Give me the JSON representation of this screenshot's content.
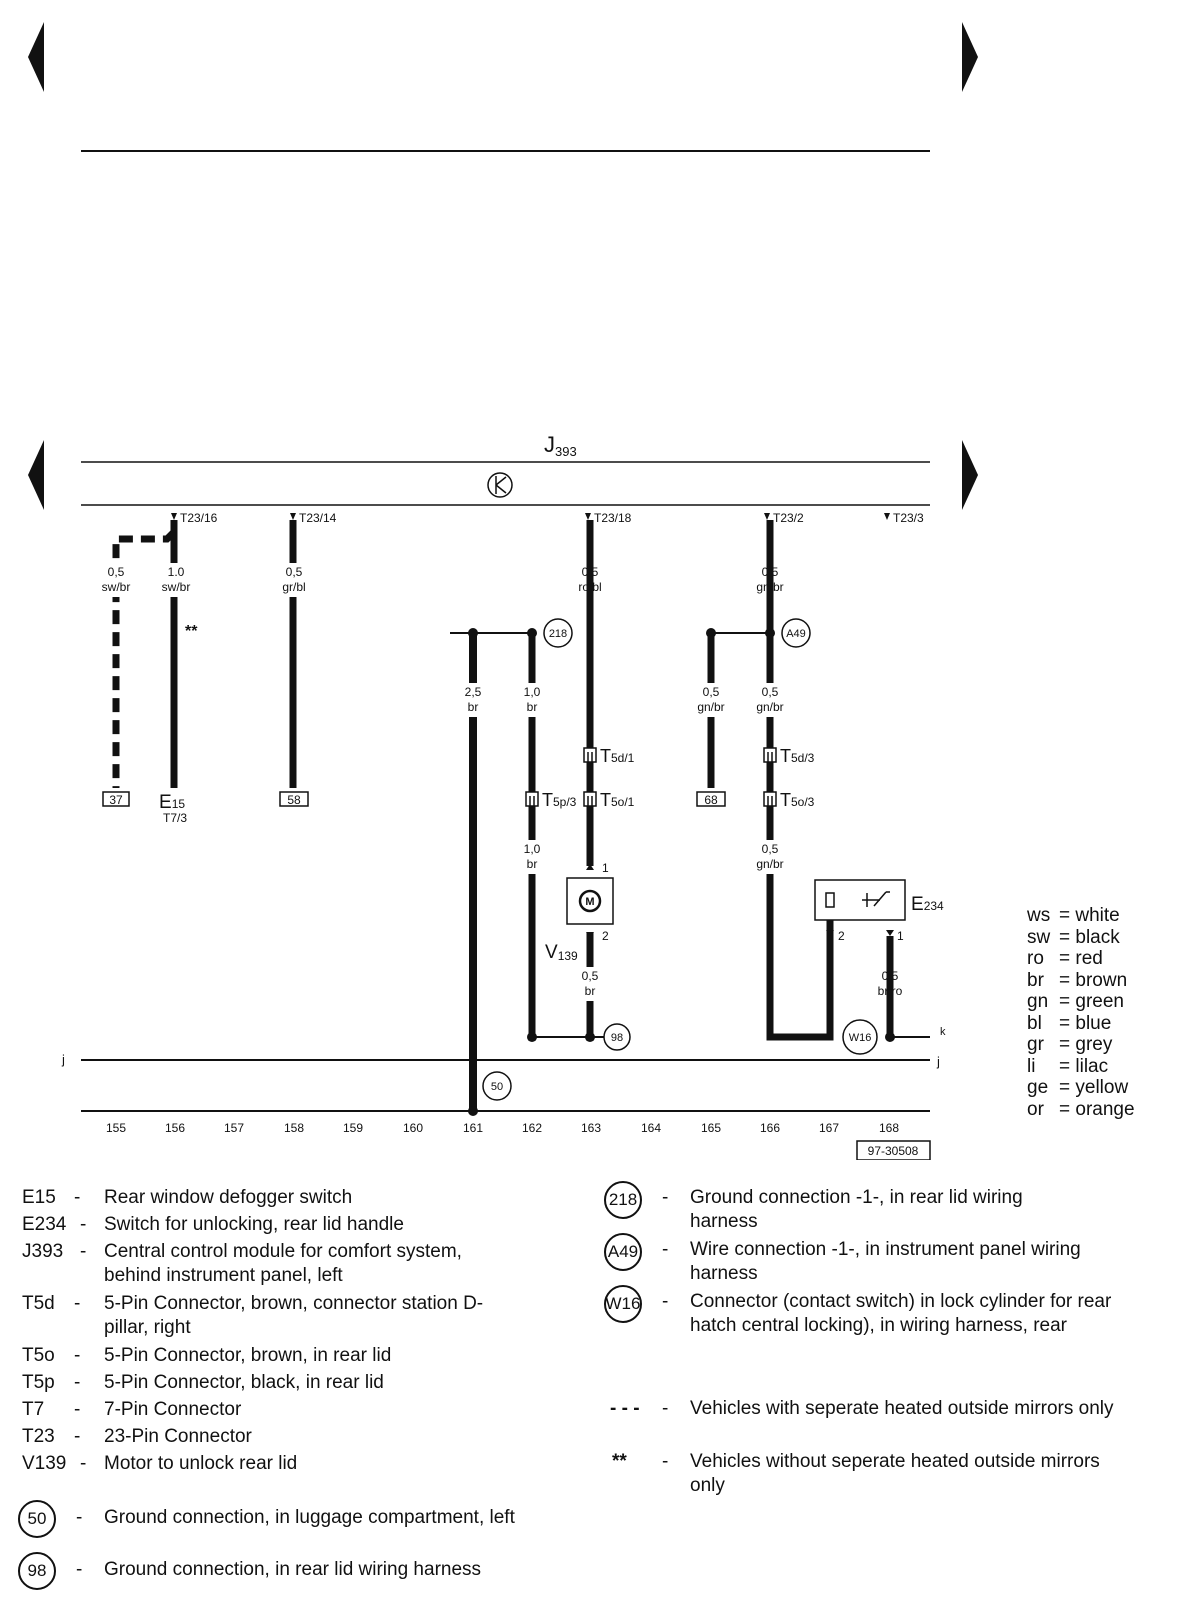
{
  "diagram": {
    "module_label": "J",
    "module_sub": "393",
    "terminals": {
      "t23_16": "T23/16",
      "t23_14": "T23/14",
      "t23_18": "T23/18",
      "t23_2": "T23/2",
      "t23_3": "T23/3"
    },
    "wires": {
      "w155": [
        "0,5",
        "sw/br"
      ],
      "w156": [
        "1.0",
        "sw/br"
      ],
      "w158": [
        "0,5",
        "gr/bl"
      ],
      "w161": [
        "2,5",
        "br"
      ],
      "w162a": [
        "1,0",
        "br"
      ],
      "w162b": [
        "1,0",
        "br"
      ],
      "w163a": [
        "0,5",
        "ro/bl"
      ],
      "w163b": [
        "0,5",
        "br"
      ],
      "w165": [
        "0,5",
        "gn/br"
      ],
      "w166a": [
        "0,5",
        "gn/br"
      ],
      "w166b": [
        "0,5",
        "gn/br"
      ],
      "w166c": [
        "0,5",
        "gn/br"
      ],
      "w168": [
        "0,5",
        "br/ro"
      ]
    },
    "asterisks": "**",
    "refs": {
      "r37": "37",
      "r58": "58",
      "r68": "68"
    },
    "e15": {
      "name": "E",
      "sub": "15",
      "pin": "T7/3"
    },
    "connectors": {
      "t5d1": {
        "name": "T",
        "sub": "5d/1"
      },
      "t5o1": {
        "name": "T",
        "sub": "5o/1"
      },
      "t5p3": {
        "name": "T",
        "sub": "5p/3"
      },
      "t5d3": {
        "name": "T",
        "sub": "5d/3"
      },
      "t5o3": {
        "name": "T",
        "sub": "5o/3"
      }
    },
    "motor": {
      "symbol": "M",
      "name": "V",
      "sub": "139",
      "pin1": "1",
      "pin2": "2"
    },
    "switch": {
      "name": "E",
      "sub": "234",
      "pin1": "1",
      "pin2": "2"
    },
    "grounds": {
      "g218": "218",
      "ga49": "A49",
      "g98": "98",
      "gw16": "W16",
      "g50": "50"
    },
    "track_labels": {
      "j_left": "j",
      "j_right": "j",
      "k": "k"
    },
    "tracks": [
      "155",
      "156",
      "157",
      "158",
      "159",
      "160",
      "161",
      "162",
      "163",
      "164",
      "165",
      "166",
      "167",
      "168"
    ],
    "doc_number": "97-30508"
  },
  "legend": [
    {
      "code": "E15",
      "desc": "Rear window defogger switch"
    },
    {
      "code": "E234",
      "desc": "Switch for unlocking, rear lid handle"
    },
    {
      "code": "J393",
      "desc": "Central control module for comfort system, behind instrument panel, left"
    },
    {
      "code": "T5d",
      "desc": "5-Pin Connector, brown, connector station D-pillar, right"
    },
    {
      "code": "T5o",
      "desc": "5-Pin Connector, brown, in rear lid"
    },
    {
      "code": "T5p",
      "desc": "5-Pin Connector, black, in rear lid"
    },
    {
      "code": "T7",
      "desc": "7-Pin Connector"
    },
    {
      "code": "T23",
      "desc": "23-Pin Connector"
    },
    {
      "code": "V139",
      "desc": "Motor to unlock rear lid"
    }
  ],
  "ground_legend_left": [
    {
      "code": "50",
      "desc": "Ground connection, in luggage compartment, left"
    },
    {
      "code": "98",
      "desc": "Ground connection, in rear lid wiring harness"
    }
  ],
  "ground_legend_right": [
    {
      "code": "218",
      "desc": "Ground connection -1-, in rear lid wiring harness"
    },
    {
      "code": "A49",
      "desc": "Wire connection -1-, in instrument panel wiring harness"
    },
    {
      "code": "W16",
      "desc": "Connector (contact switch) in lock cylinder for rear hatch central locking), in wiring harness, rear"
    }
  ],
  "notes": [
    {
      "symbol": "- - -",
      "desc": "Vehicles with seperate heated outside mirrors only"
    },
    {
      "symbol": "**",
      "desc": "Vehicles without seperate heated outside mirrors only"
    }
  ],
  "dash_char": "-",
  "colors": [
    {
      "code": "ws",
      "name": "white"
    },
    {
      "code": "sw",
      "name": "black"
    },
    {
      "code": "ro",
      "name": "red"
    },
    {
      "code": "br",
      "name": "brown"
    },
    {
      "code": "gn",
      "name": "green"
    },
    {
      "code": "bl",
      "name": "blue"
    },
    {
      "code": "gr",
      "name": "grey"
    },
    {
      "code": "li",
      "name": "lilac"
    },
    {
      "code": "ge",
      "name": "yellow"
    },
    {
      "code": "or",
      "name": "orange"
    }
  ],
  "colors_eq": "="
}
